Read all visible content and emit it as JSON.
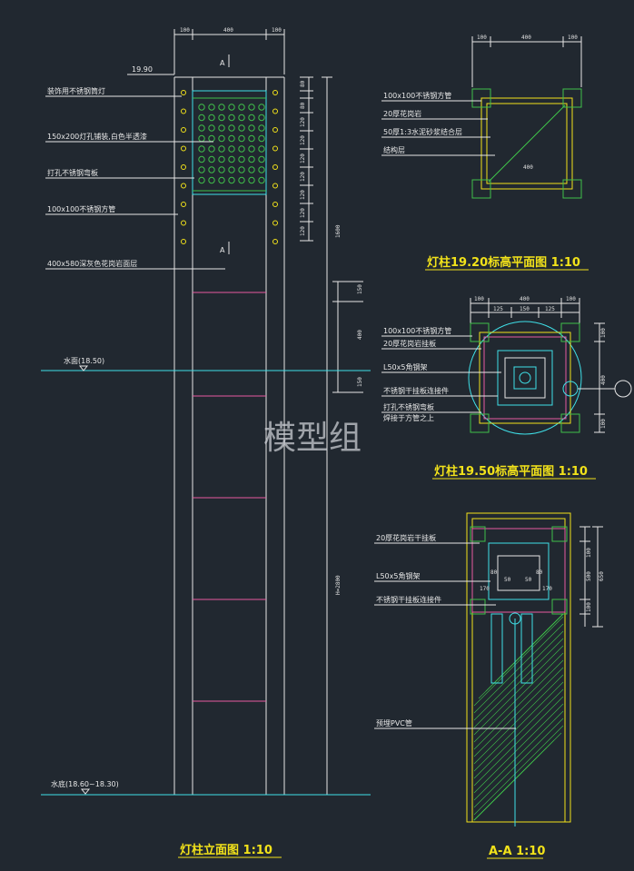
{
  "watermark": "模型组",
  "elevation": {
    "title": "灯柱立面图 1:10",
    "top_level": "19.90",
    "section_mark": "A",
    "water_surface": "水面(18.50)",
    "pool_bottom": "水底(18.60~18.30)",
    "callouts": [
      "装饰用不锈钢筒灯",
      "150x200灯孔铺装,白色半透漆",
      "打孔不锈钢弯板",
      "100x100不锈钢方管",
      "400x580深灰色花岗岩面层"
    ],
    "top_dims": [
      "100",
      "400",
      "100"
    ],
    "right_dims": [
      "80",
      "80",
      "80",
      "120",
      "120",
      "120",
      "120",
      "120",
      "120",
      "120"
    ],
    "dim_1600": "1600",
    "lower_dims": [
      "150",
      "400",
      "150"
    ],
    "dim_h": "H=2800"
  },
  "plan_1920": {
    "title": "灯柱19.20标高平面图 1:10",
    "top_dims": [
      "100",
      "400",
      "100"
    ],
    "callouts": [
      "100x100不锈钢方管",
      "20厚花岗岩",
      "50厚1:3水泥砂浆结合层",
      "结构层"
    ],
    "center_dim": "400"
  },
  "plan_1950": {
    "title": "灯柱19.50标高平面图 1:10",
    "top_dims": [
      "100",
      "400",
      "100"
    ],
    "sub_dims": [
      "125",
      "150",
      "125"
    ],
    "callouts": [
      "100x100不锈钢方管",
      "20厚花岗岩挂板",
      "L50x5角钢架",
      "不锈钢干挂板连接件",
      "打孔不锈钢弯板",
      "焊接于方管之上"
    ],
    "right_dims": [
      "100",
      "400",
      "100"
    ]
  },
  "section_aa": {
    "title": "A-A 1:10",
    "callouts": [
      "20厚花岗岩干挂板",
      "L50x5角钢架",
      "不锈钢干挂板连接件",
      "预埋PVC管"
    ],
    "right_dims": [
      "100",
      "500",
      "100"
    ],
    "total_dim": "650",
    "inner_dims": [
      "80",
      "80",
      "50",
      "50",
      "170",
      "170"
    ]
  }
}
